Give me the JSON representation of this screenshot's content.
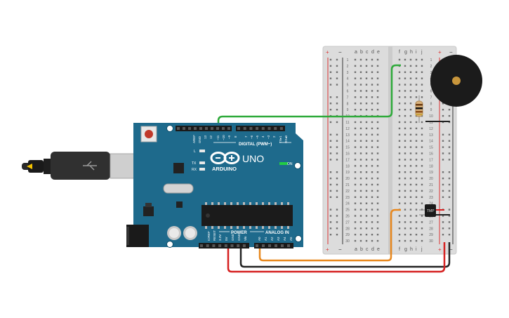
{
  "board": {
    "name": "UNO",
    "brand": "ARDUINO",
    "digital_label": "DIGITAL (PWM~)",
    "power_label": "POWER",
    "analog_label": "ANALOG IN",
    "on_label": "ON",
    "led_l": "L",
    "led_tx": "TX",
    "led_rx": "RX",
    "tx_pin": "TX▸1",
    "rx_pin": "RX◂0",
    "aref": "AREF",
    "gnd_top": "GND",
    "d13": "13",
    "d12": "12",
    "d11": "~11",
    "d10": "~10",
    "d9": "~9",
    "d8": "8",
    "d7": "7",
    "d6": "~6",
    "d5": "~5",
    "d4": "4",
    "d3": "~3",
    "d2": "2",
    "ioref": "IOREF",
    "reset": "RESET",
    "v33": "3.3V",
    "v5": "5V",
    "gnd1": "GND",
    "gnd2": "GND",
    "vin": "Vin",
    "a0": "A0",
    "a1": "A1",
    "a2": "A2",
    "a3": "A3",
    "a4": "A4",
    "a5": "A5"
  },
  "breadboard": {
    "cols_left": [
      "a",
      "b",
      "c",
      "d",
      "e"
    ],
    "cols_right": [
      "f",
      "g",
      "h",
      "i",
      "j"
    ],
    "plus": "+",
    "minus": "−",
    "row_numbers": [
      "1",
      "2",
      "3",
      "4",
      "5",
      "6",
      "7",
      "8",
      "9",
      "10",
      "11",
      "12",
      "13",
      "14",
      "15",
      "16",
      "17",
      "18",
      "19",
      "20",
      "21",
      "22",
      "23",
      "24",
      "25",
      "26",
      "27",
      "28",
      "29",
      "30"
    ]
  },
  "components": {
    "sensor_label": "TMP"
  },
  "colors": {
    "board": "#1e6a8c",
    "wire_green": "#2eaa3a",
    "wire_orange": "#e8881e",
    "wire_red": "#d62020",
    "wire_black": "#222222"
  }
}
